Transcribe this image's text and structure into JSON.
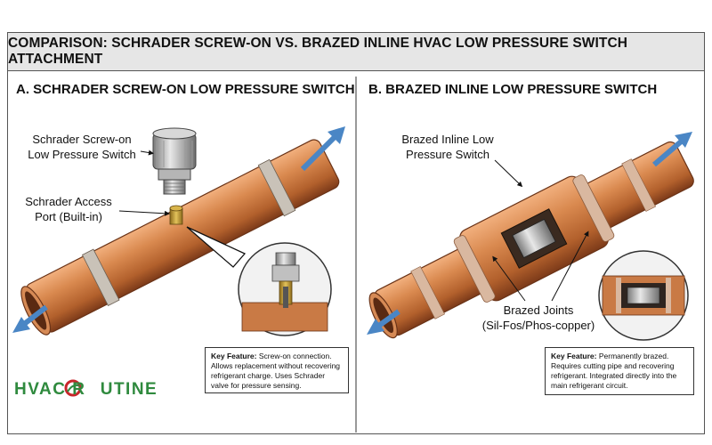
{
  "title": "COMPARISON: SCHRADER SCREW-ON VS. BRAZED INLINE HVAC LOW PRESSURE SWITCH ATTACHMENT",
  "panel_a": {
    "title": "A. SCHRADER SCREW-ON LOW PRESSURE SWITCH",
    "switch_label_line1": "Schrader Screw-on",
    "switch_label_line2": "Low Pressure Switch",
    "port_label_line1": "Schrader Access",
    "port_label_line2": "Port (Built-in)",
    "key_feature_label": "Key Feature:",
    "key_feature_text": "Screw-on connection. Allows replacement without recovering refrigerant charge. Uses Schrader valve for pressure sensing."
  },
  "panel_b": {
    "title": "B. BRAZED INLINE LOW PRESSURE SWITCH",
    "switch_label_line1": "Brazed Inline Low",
    "switch_label_line2": "Pressure Switch",
    "joints_label_line1": "Brazed Joints",
    "joints_label_line2": "(Sil-Fos/Phos-copper)",
    "key_feature_label": "Key Feature:",
    "key_feature_text": "Permanently brazed. Requires cutting pipe and recovering refrigerant. Integrated directly into the main refrigerant circuit."
  },
  "logo": {
    "part1": "HVAC R",
    "part2": "O",
    "part3": "UTINE"
  },
  "colors": {
    "copper": "#c8743f",
    "copper_dark": "#8a4420",
    "arrow_blue": "#4a86c5",
    "logo_green": "#2f8a3e",
    "logo_red": "#c8262b"
  }
}
